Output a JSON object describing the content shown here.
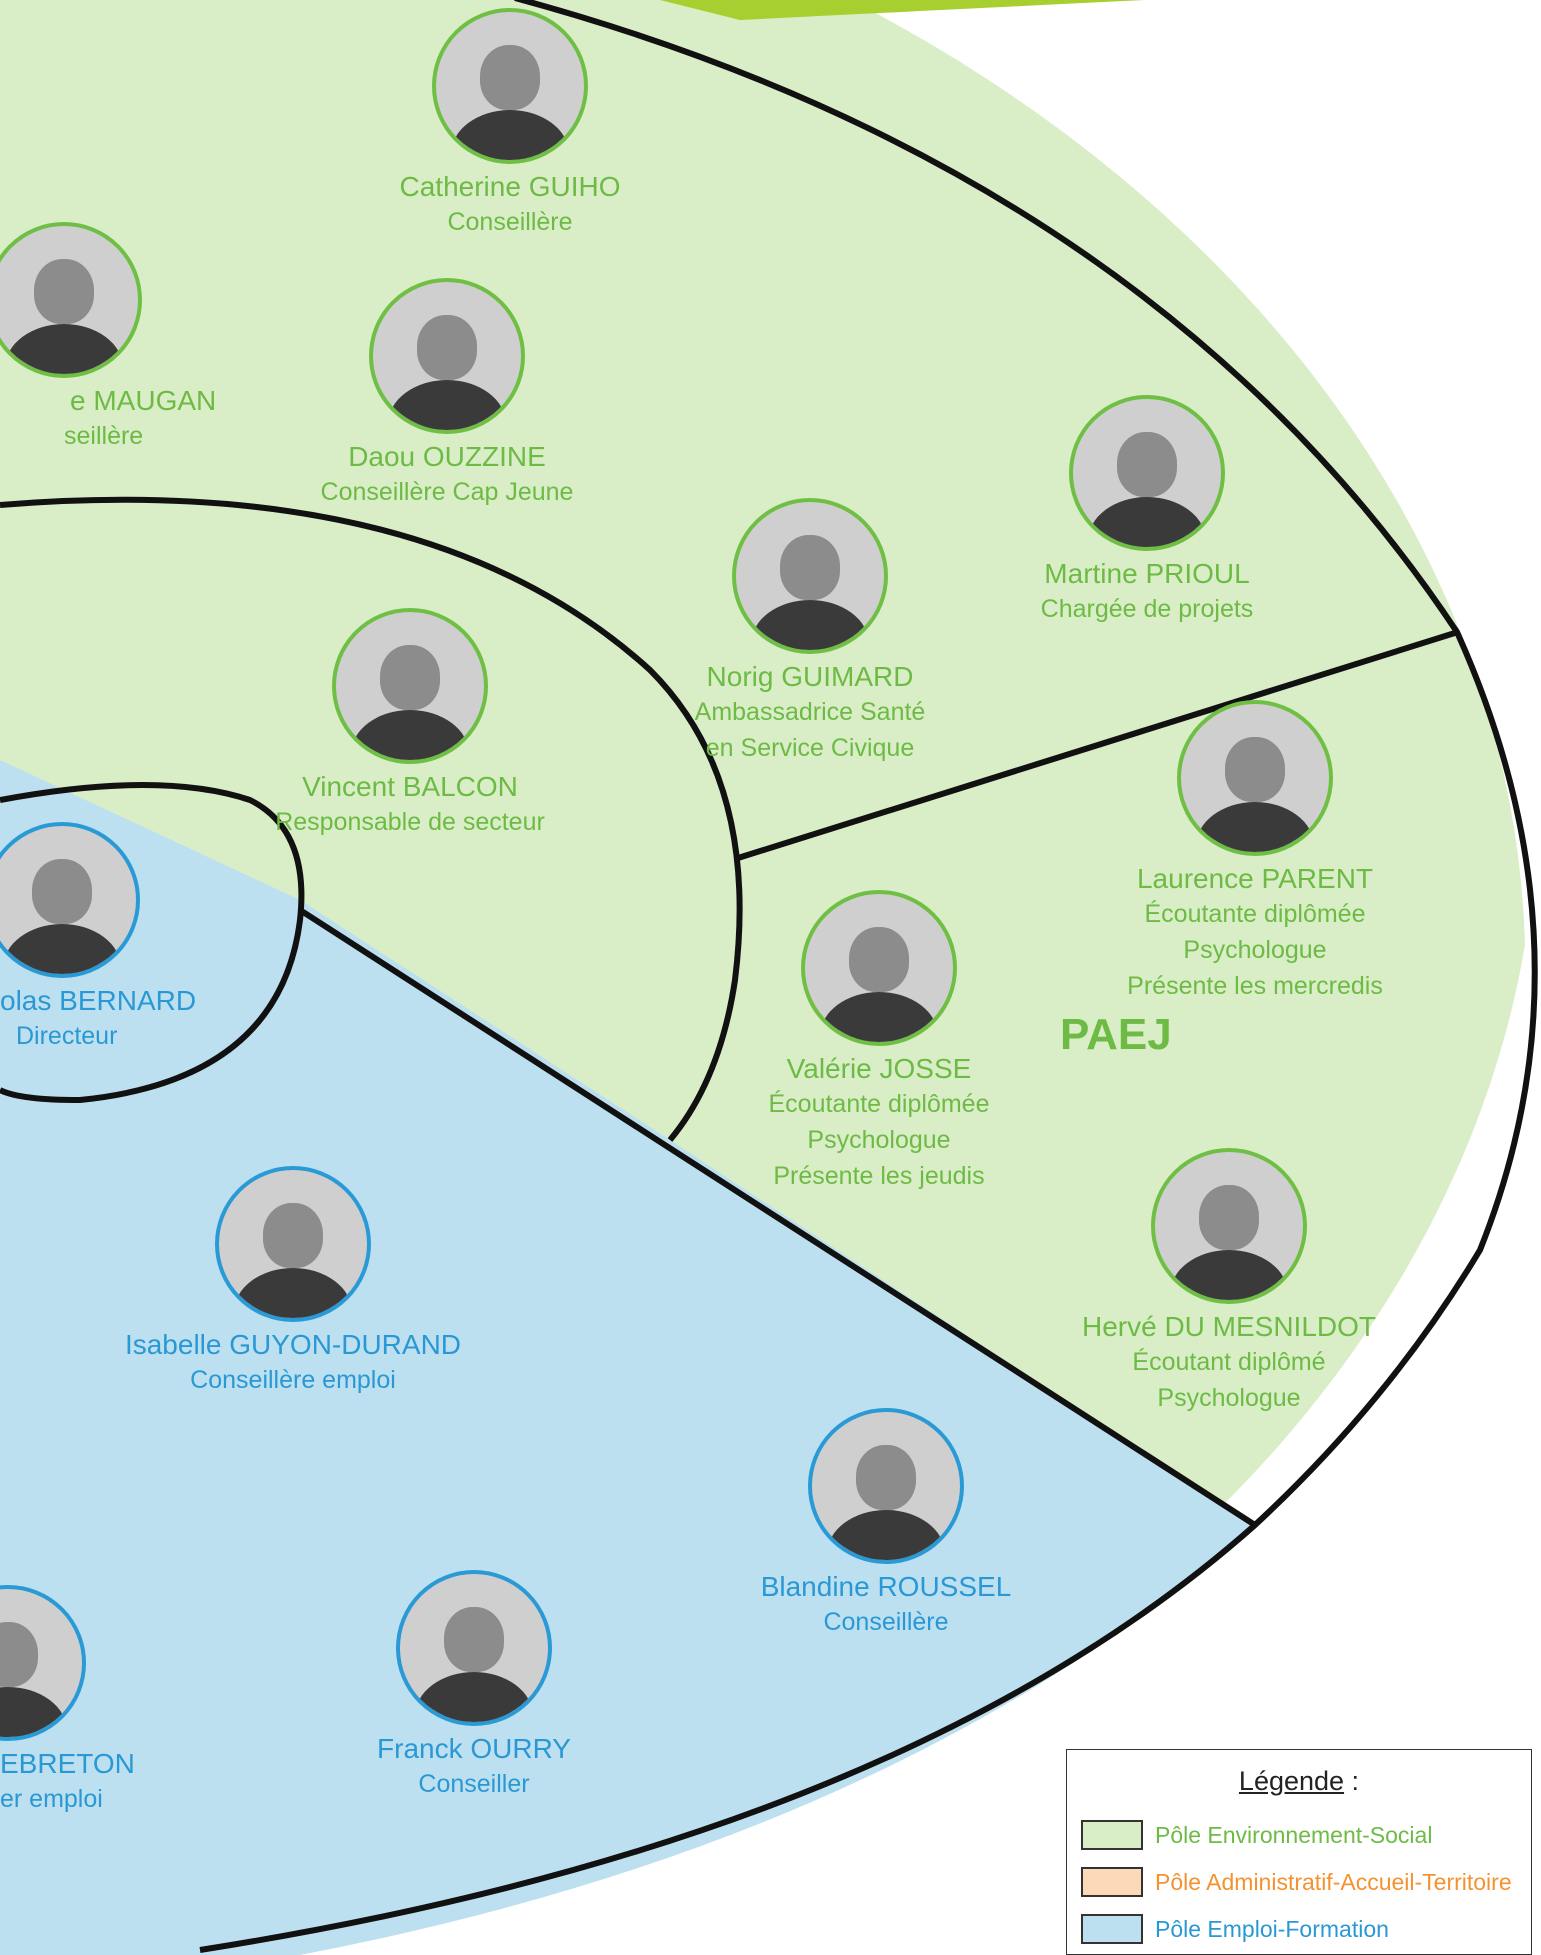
{
  "colors": {
    "green_fill": "#d9edc7",
    "blue_fill": "#bde0f0",
    "green_text": "#6dbb45",
    "blue_text": "#2a98d4",
    "orange_text": "#f5922f",
    "lime_accent": "#a6cf2f"
  },
  "section_label": "PAEJ",
  "people": [
    {
      "id": "guiho",
      "pole": "green",
      "name": "Catherine GUIHO",
      "roles": [
        "Conseillère"
      ]
    },
    {
      "id": "maugan",
      "pole": "green",
      "name": "e MAUGAN",
      "roles": [
        "seillère"
      ]
    },
    {
      "id": "ouzzine",
      "pole": "green",
      "name": "Daou OUZZINE",
      "roles": [
        "Conseillère Cap Jeune"
      ]
    },
    {
      "id": "prioul",
      "pole": "green",
      "name": "Martine PRIOUL",
      "roles": [
        "Chargée de projets"
      ]
    },
    {
      "id": "guimard",
      "pole": "green",
      "name": "Norig GUIMARD",
      "roles": [
        "Ambassadrice Santé",
        "en Service Civique"
      ]
    },
    {
      "id": "balcon",
      "pole": "green",
      "name": "Vincent BALCON",
      "roles": [
        "Responsable de secteur"
      ]
    },
    {
      "id": "parent",
      "pole": "green",
      "name": "Laurence PARENT",
      "roles": [
        "Écoutante diplômée",
        "Psychologue",
        "Présente les mercredis"
      ]
    },
    {
      "id": "bernard",
      "pole": "blue",
      "name": "olas BERNARD",
      "roles": [
        "Directeur"
      ]
    },
    {
      "id": "josse",
      "pole": "green",
      "name": "Valérie JOSSE",
      "roles": [
        "Écoutante diplômée",
        "Psychologue",
        "Présente les jeudis"
      ]
    },
    {
      "id": "mesnildot",
      "pole": "green",
      "name": "Hervé DU MESNILDOT",
      "roles": [
        "Écoutant diplômé",
        "Psychologue"
      ]
    },
    {
      "id": "guyon",
      "pole": "blue",
      "name": "Isabelle GUYON-DURAND",
      "roles": [
        "Conseillère emploi"
      ]
    },
    {
      "id": "roussel",
      "pole": "blue",
      "name": "Blandine ROUSSEL",
      "roles": [
        "Conseillère"
      ]
    },
    {
      "id": "lebreton",
      "pole": "blue",
      "name": "EBRETON",
      "roles": [
        "er emploi"
      ]
    },
    {
      "id": "ourry",
      "pole": "blue",
      "name": "Franck OURRY",
      "roles": [
        "Conseiller"
      ]
    }
  ],
  "legend": {
    "title": "Légende",
    "title_suffix": " :",
    "items": [
      {
        "label": "Pôle Environnement-Social",
        "swatch": "#d9edc7",
        "text_color": "#6dbb45"
      },
      {
        "label": "Pôle Administratif-Accueil-Territoire",
        "swatch": "#fcd9b8",
        "text_color": "#f5922f"
      },
      {
        "label": "Pôle Emploi-Formation",
        "swatch": "#bde0f0",
        "text_color": "#2a98d4"
      }
    ]
  }
}
